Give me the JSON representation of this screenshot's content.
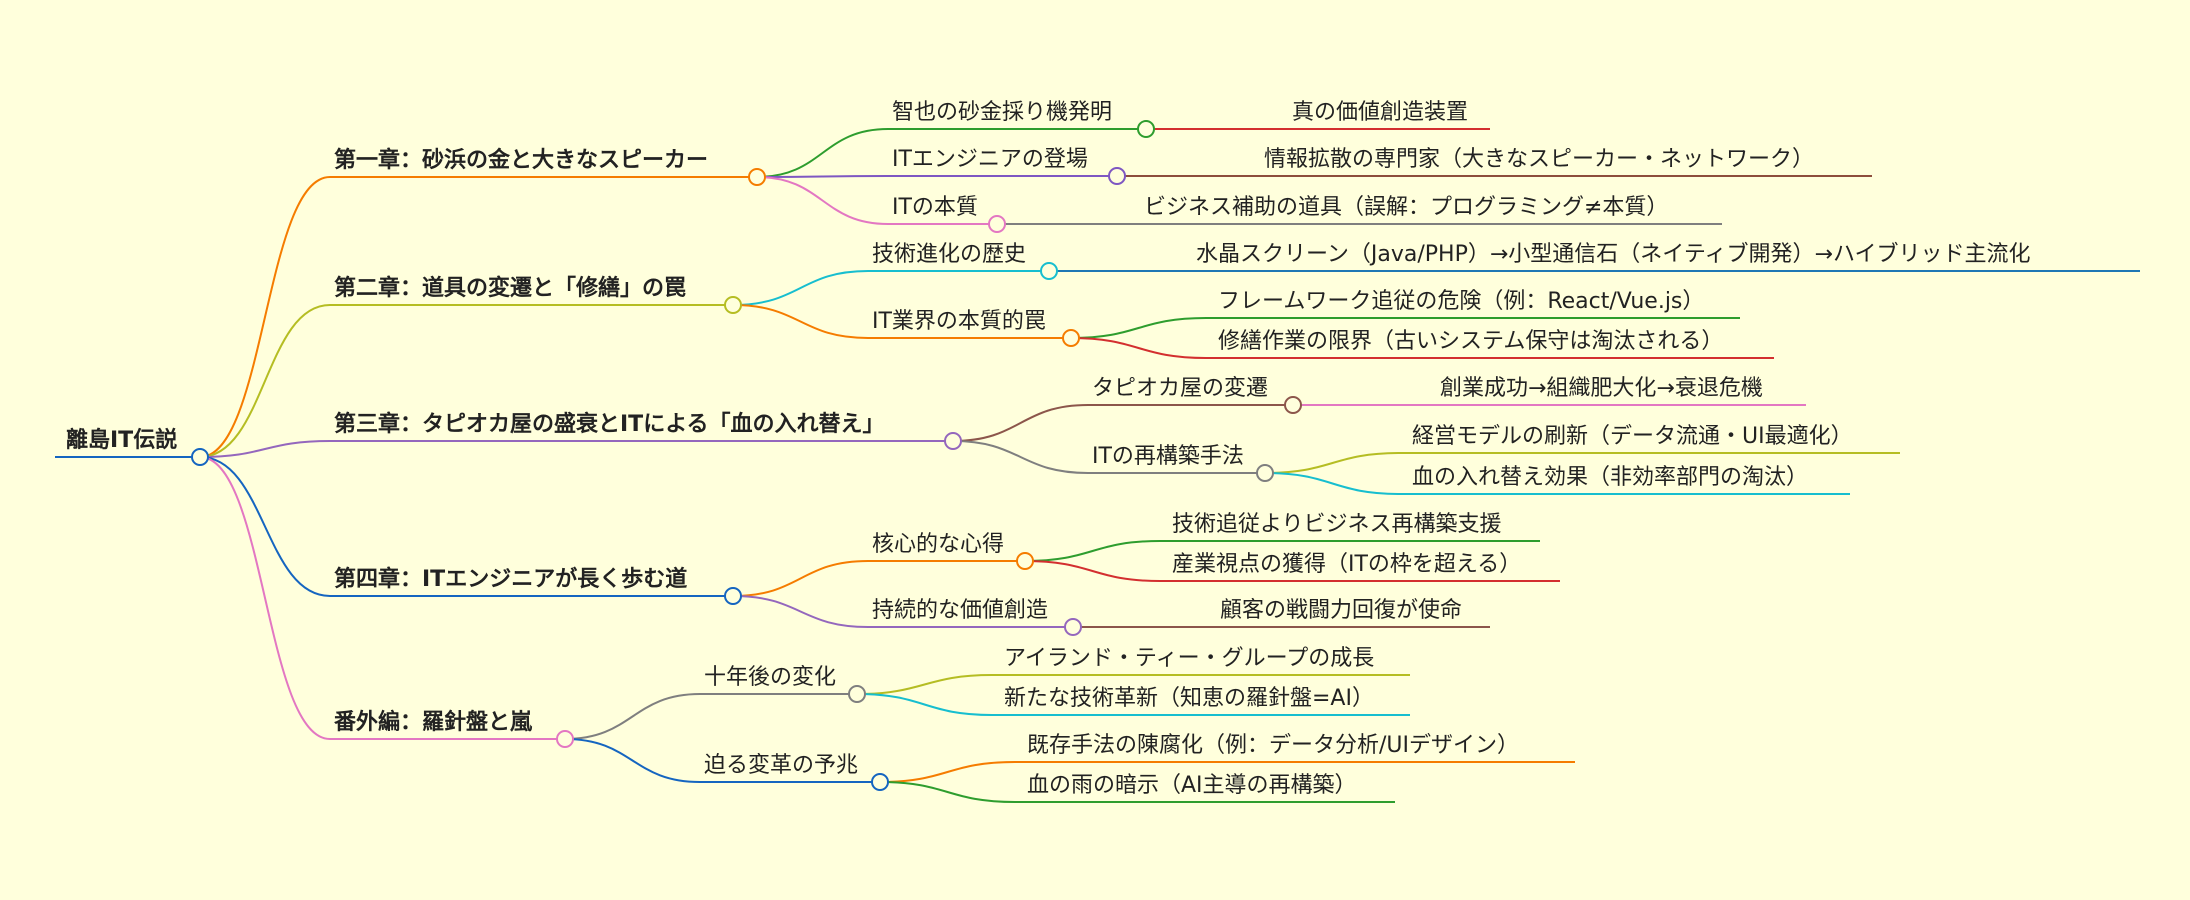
{
  "root": {
    "label": "離島IT伝説",
    "color": "#1565c0"
  },
  "chapters": [
    {
      "label": "第一章：砂浜の金と大きなスピーカー",
      "color": "#f57c00",
      "children": [
        {
          "label": "智也の砂金採り機発明",
          "color": "#2e9d2e",
          "children": [
            {
              "label": "真の価値創造装置",
              "color": "#d32f2f"
            }
          ]
        },
        {
          "label": "ITエンジニアの登場",
          "color": "#7e57c2",
          "children": [
            {
              "label": "情報拡散の専門家（大きなスピーカー・ネットワーク）",
              "color": "#8d4e3c"
            }
          ]
        },
        {
          "label": "ITの本質",
          "color": "#e377c2",
          "children": [
            {
              "label": "ビジネス補助の道具（誤解：プログラミング≠本質）",
              "color": "#7f7f7f"
            }
          ]
        }
      ]
    },
    {
      "label": "第二章：道具の変遷と「修繕」の罠",
      "color": "#b5bd23",
      "children": [
        {
          "label": "技術進化の歴史",
          "color": "#17becf",
          "children": [
            {
              "label": "水晶スクリーン（Java/PHP）→小型通信石（ネイティブ開発）→ハイブリッド主流化",
              "color": "#1f77b4"
            }
          ]
        },
        {
          "label": "IT業界の本質的罠",
          "color": "#f57c00",
          "children": [
            {
              "label": "フレームワーク追従の危険（例：React/Vue.js）",
              "color": "#2e9d2e"
            },
            {
              "label": "修繕作業の限界（古いシステム保守は淘汰される）",
              "color": "#d32f2f"
            }
          ]
        }
      ]
    },
    {
      "label": "第三章：タピオカ屋の盛衰とITによる「血の入れ替え」",
      "color": "#9467bd",
      "children": [
        {
          "label": "タピオカ屋の変遷",
          "color": "#8c564b",
          "children": [
            {
              "label": "創業成功→組織肥大化→衰退危機",
              "color": "#e377c2"
            }
          ]
        },
        {
          "label": "ITの再構築手法",
          "color": "#7f7f7f",
          "children": [
            {
              "label": "経営モデルの刷新（データ流通・UI最適化）",
              "color": "#b5bd23"
            },
            {
              "label": "血の入れ替え効果（非効率部門の淘汰）",
              "color": "#17becf"
            }
          ]
        }
      ]
    },
    {
      "label": "第四章：ITエンジニアが長く歩む道",
      "color": "#1565c0",
      "children": [
        {
          "label": "核心的な心得",
          "color": "#f57c00",
          "children": [
            {
              "label": "技術追従よりビジネス再構築支援",
              "color": "#2e9d2e"
            },
            {
              "label": "産業視点の獲得（ITの枠を超える）",
              "color": "#d32f2f"
            }
          ]
        },
        {
          "label": "持続的な価値創造",
          "color": "#9467bd",
          "children": [
            {
              "label": "顧客の戦闘力回復が使命",
              "color": "#8c564b"
            }
          ]
        }
      ]
    },
    {
      "label": "番外編：羅針盤と嵐",
      "color": "#e377c2",
      "children": [
        {
          "label": "十年後の変化",
          "color": "#7f7f7f",
          "children": [
            {
              "label": "アイランド・ティー・グループの成長",
              "color": "#b5bd23"
            },
            {
              "label": "新たな技術革新（知恵の羅針盤=AI）",
              "color": "#17becf"
            }
          ]
        },
        {
          "label": "迫る変革の予兆",
          "color": "#1565c0",
          "children": [
            {
              "label": "既存手法の陳腐化（例：データ分析/UIデザイン）",
              "color": "#f57c00"
            },
            {
              "label": "血の雨の暗示（AI主導の再構築）",
              "color": "#2e9d2e"
            }
          ]
        }
      ]
    }
  ]
}
